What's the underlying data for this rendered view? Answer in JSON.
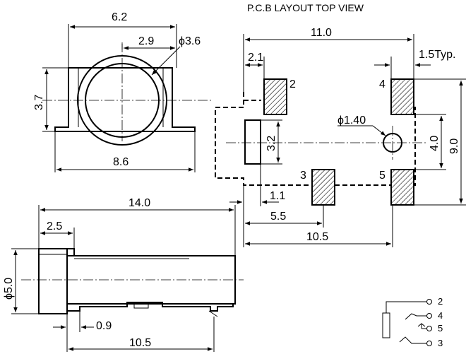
{
  "title": "P.C.B LAYOUT  TOP VIEW",
  "top_view": {
    "width": "6.2",
    "offset": "2.9",
    "diameter": "ϕ3.6",
    "height": "3.7",
    "length": "8.6"
  },
  "pcb_layout": {
    "overall_width": "11.0",
    "left_offset": "2.1",
    "pad_width": "1.5Typ.",
    "hole_diameter": "ϕ1.40",
    "slot_height": "3.2",
    "pad_pitch_v": "4.0",
    "overall_height": "9.0",
    "small_offset": "1.1",
    "mid_offset": "5.5",
    "bottom_width": "10.5",
    "pins": [
      "2",
      "4",
      "3",
      "5"
    ]
  },
  "side_view": {
    "length": "14.0",
    "flange": "2.5",
    "diameter": "ϕ5.0",
    "standoff": "0.9",
    "pin_span": "10.5"
  },
  "schematic": {
    "pins": [
      "2",
      "4",
      "5",
      "3"
    ]
  }
}
